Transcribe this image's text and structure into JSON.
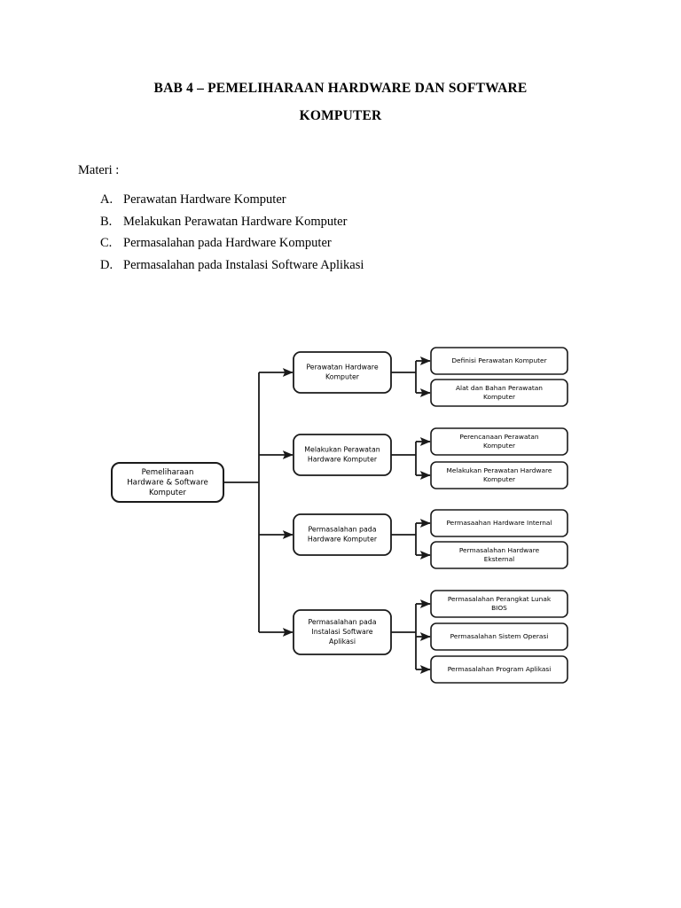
{
  "document": {
    "title_line1": "BAB 4 – PEMELIHARAAN HARDWARE DAN SOFTWARE",
    "title_line2": "KOMPUTER",
    "materi_label": "Materi :",
    "materi_items": [
      {
        "marker": "A.",
        "text": "Perawatan Hardware Komputer"
      },
      {
        "marker": "B.",
        "text": "Melakukan Perawatan Hardware Komputer"
      },
      {
        "marker": "C.",
        "text": "Permasalahan pada Hardware Komputer"
      },
      {
        "marker": "D.",
        "text": "Permasalahan pada Instalasi Software Aplikasi"
      }
    ]
  },
  "diagram": {
    "type": "tree",
    "orientation": "left-to-right",
    "colors": {
      "box_stroke": "#1a1a1a",
      "box_fill": "#ffffff",
      "connector": "#1a1a1a",
      "text": "#000000"
    },
    "root": {
      "lines": [
        "Pemeliharaan",
        "Hardware & Software",
        "Komputer"
      ]
    },
    "branches": [
      {
        "lines": [
          "Perawatan Hardware",
          "Komputer"
        ],
        "leaves": [
          {
            "lines": [
              "Definisi Perawatan Komputer"
            ]
          },
          {
            "lines": [
              "Alat dan Bahan Perawatan",
              "Komputer"
            ]
          }
        ]
      },
      {
        "lines": [
          "Melakukan Perawatan",
          "Hardware Komputer"
        ],
        "leaves": [
          {
            "lines": [
              "Perencanaan Perawatan",
              "Komputer"
            ]
          },
          {
            "lines": [
              "Melakukan Perawatan Hardware",
              "Komputer"
            ]
          }
        ]
      },
      {
        "lines": [
          "Permasalahan pada",
          "Hardware Komputer"
        ],
        "leaves": [
          {
            "lines": [
              "Permasaahan Hardware Internal"
            ]
          },
          {
            "lines": [
              "Permasalahan Hardware",
              "Eksternal"
            ]
          }
        ]
      },
      {
        "lines": [
          "Permasalahan pada",
          "Instalasi Software",
          "Aplikasi"
        ],
        "leaves": [
          {
            "lines": [
              "Permasalahan Perangkat Lunak",
              "BIOS"
            ]
          },
          {
            "lines": [
              "Permasalahan Sistem Operasi"
            ]
          },
          {
            "lines": [
              "Permasalahan Program Aplikasi"
            ]
          }
        ]
      }
    ]
  }
}
